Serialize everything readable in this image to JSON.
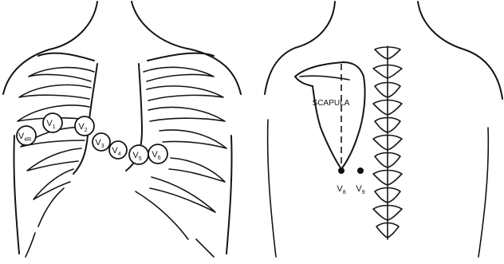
{
  "anterior_leads": [
    {
      "name": "V4R",
      "main": "V",
      "sub": "4R"
    },
    {
      "name": "V1",
      "main": "V",
      "sub": "1"
    },
    {
      "name": "V2",
      "main": "V",
      "sub": "2"
    },
    {
      "name": "V3",
      "main": "V",
      "sub": "3"
    },
    {
      "name": "V4",
      "main": "V",
      "sub": "4"
    },
    {
      "name": "V5",
      "main": "V",
      "sub": "5"
    },
    {
      "name": "V6",
      "main": "V",
      "sub": "6"
    }
  ],
  "posterior": {
    "scapula_label": "SCAPULA",
    "leads": [
      {
        "name": "V8",
        "main": "V",
        "sub": "8"
      },
      {
        "name": "V9",
        "main": "V",
        "sub": "9"
      }
    ]
  }
}
